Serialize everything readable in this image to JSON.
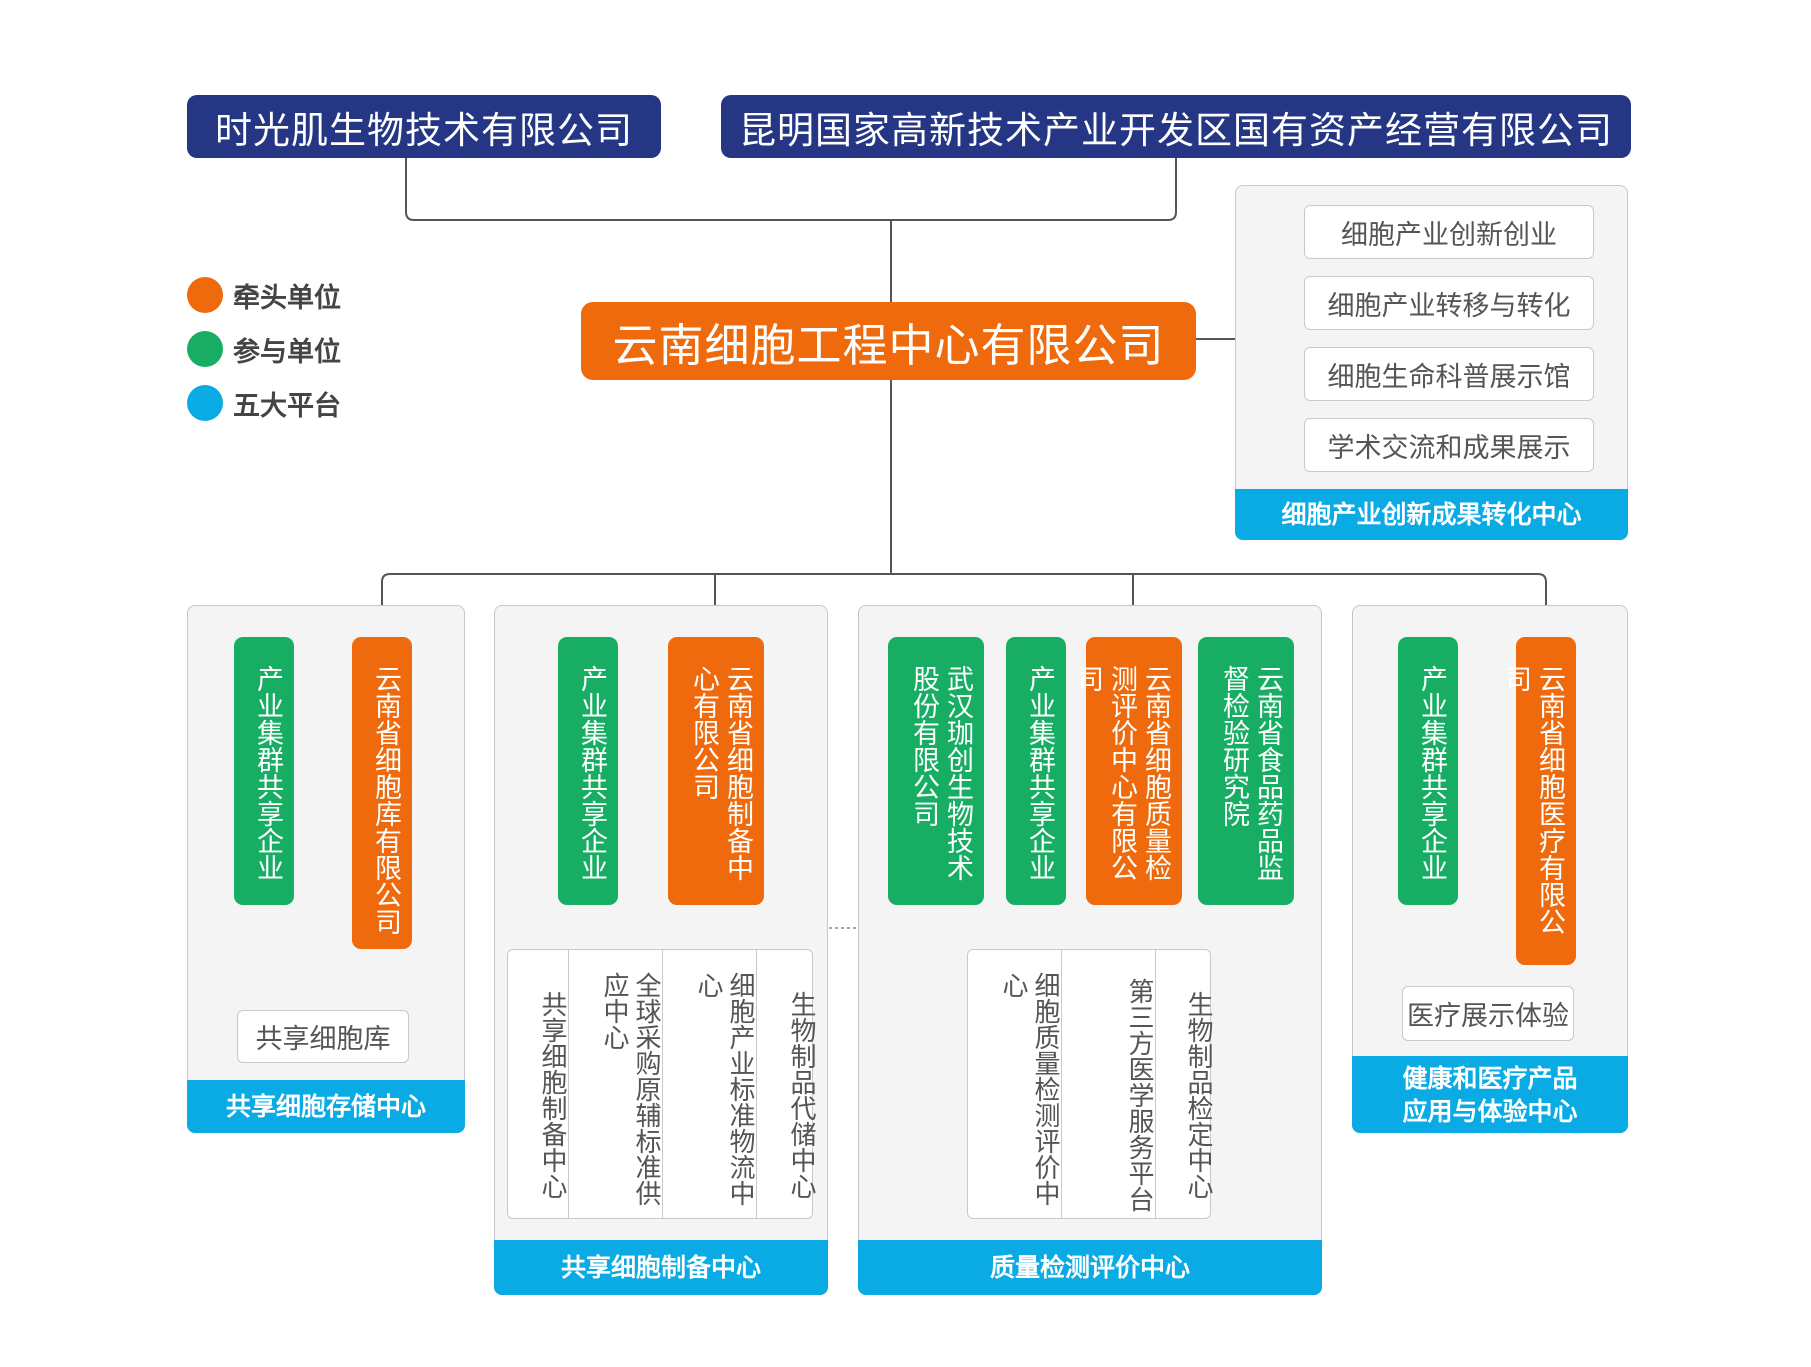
{
  "top": {
    "shareholder_1": "时光肌生物技术有限公司",
    "shareholder_2": "昆明国家高新技术产业开发区国有资产经营有限公司",
    "main": "云南细胞工程中心有限公司"
  },
  "legend": {
    "lead": "牵头单位",
    "participant": "参与单位",
    "platform": "五大平台",
    "colors": {
      "lead": "#ee6a0d",
      "participant": "#17ae64",
      "platform": "#0aaae4"
    }
  },
  "innovation": {
    "items": [
      "细胞产业创新创业",
      "细胞产业转移与转化",
      "细胞生命科普展示馆",
      "学术交流和成果展示"
    ],
    "footer": "细胞产业创新成果转化中心"
  },
  "storage": {
    "cluster": "产业集群共享企业",
    "lead": "云南省细胞库有限公司",
    "sub": "共享细胞库",
    "footer": "共享细胞存储中心"
  },
  "preparation": {
    "cluster": "产业集群共享企业",
    "lead": "云南省细胞制备中心有限公司",
    "subs": [
      "共享细胞制备中心",
      "全球采购原辅标准供应中心",
      "细胞产业标准物流中心",
      "生物制品代储中心"
    ],
    "footer": "共享细胞制备中心"
  },
  "quality": {
    "partner": "武汉珈创生物技术股份有限公司",
    "cluster": "产业集群共享企业",
    "lead": "云南省细胞质量检测评价中心有限公司",
    "institute": "云南省食品药品监督检验研究院",
    "subs": [
      "细胞质量检测评价中心",
      "第三方医学服务平台",
      "生物制品检定中心"
    ],
    "footer": "质量检测评价中心"
  },
  "health": {
    "cluster": "产业集群共享企业",
    "lead": "云南省细胞医疗有限公司",
    "sub": "医疗展示体验",
    "footer_line1": "健康和医疗产品",
    "footer_line2": "应用与体验中心"
  }
}
